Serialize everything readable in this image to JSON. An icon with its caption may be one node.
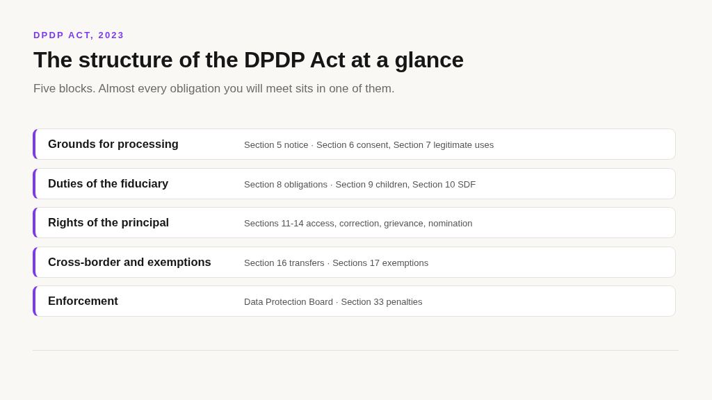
{
  "diagram": {
    "title": "The structure of the DPDP Act at a glance",
    "nodes": [
      {
        "text": [
          "Grounds for processing",
          "Section 5 notice · Section 6 consent, Section 7 legitimate uses"
        ]
      },
      {
        "text": [
          "Duties of the fiduciary",
          "Section 8 obligations · Section 9 children, Section 10 SDF"
        ]
      },
      {
        "text": [
          "Rights of the principal",
          "Sections 11-14 access, correction, grievance, nomination"
        ]
      },
      {
        "text": [
          "Cross-border and exemptions",
          "Section 16 transfers · Sections 17 exemptions"
        ]
      },
      {
        "text": [
          "Enforcement",
          "Data Protection Board · Section 33 penalties"
        ]
      }
    ],
    "labels": [
      "DPDP ACT, 2023",
      "Five blocks. Almost every obligation you will meet sits in one of them."
    ]
  }
}
